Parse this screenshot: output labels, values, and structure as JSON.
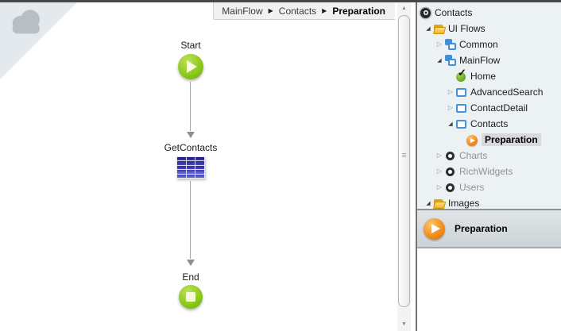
{
  "canvas": {
    "breadcrumb": {
      "items": [
        "MainFlow",
        "Contacts",
        "Preparation"
      ],
      "separator": "▶"
    },
    "nodes": [
      {
        "label": "Start",
        "type": "start"
      },
      {
        "label": "GetContacts",
        "type": "aggregate"
      },
      {
        "label": "End",
        "type": "end"
      }
    ],
    "corner_icon": "cloud-icon"
  },
  "tree": {
    "items": [
      {
        "label": "Contacts",
        "icon": "espace-icon",
        "expander": "none",
        "level": 0
      },
      {
        "label": "UI Flows",
        "icon": "folder-open-icon",
        "expander": "expanded",
        "level": 1
      },
      {
        "label": "Common",
        "icon": "ui-flow-icon",
        "expander": "collapsed",
        "level": 2
      },
      {
        "label": "MainFlow",
        "icon": "ui-flow-icon",
        "expander": "expanded",
        "level": 2
      },
      {
        "label": "Home",
        "icon": "home-screen-icon",
        "expander": "space",
        "level": 3
      },
      {
        "label": "AdvancedSearch",
        "icon": "screen-icon",
        "expander": "collapsed",
        "level": 3
      },
      {
        "label": "ContactDetail",
        "icon": "screen-icon",
        "expander": "collapsed",
        "level": 3
      },
      {
        "label": "Contacts",
        "icon": "screen-icon",
        "expander": "expanded",
        "level": 3
      },
      {
        "label": "Preparation",
        "icon": "preparation-icon",
        "expander": "space",
        "level": 4,
        "selected": true
      },
      {
        "label": "Charts",
        "icon": "reference-icon",
        "expander": "collapsed",
        "level": 2,
        "grayed": true
      },
      {
        "label": "RichWidgets",
        "icon": "reference-icon",
        "expander": "collapsed",
        "level": 2,
        "grayed": true
      },
      {
        "label": "Users",
        "icon": "reference-icon",
        "expander": "collapsed",
        "level": 2,
        "grayed": true
      },
      {
        "label": "Images",
        "icon": "folder-open-icon",
        "expander": "expanded",
        "level": 1
      }
    ]
  },
  "bottom_panel": {
    "title": "Preparation",
    "icon": "preparation-icon"
  },
  "colors": {
    "node_green": "#8bc81c",
    "accent_orange": "#ee7c19",
    "flow_blue": "#3f8fdc",
    "aggregate_blue": "#2b2b9e",
    "tree_bg": "#ecf1f4",
    "selection_bg": "#d9d9d9",
    "panel_header_bg": "#d5dbde",
    "canvas_corner": "#e3e9ec"
  }
}
